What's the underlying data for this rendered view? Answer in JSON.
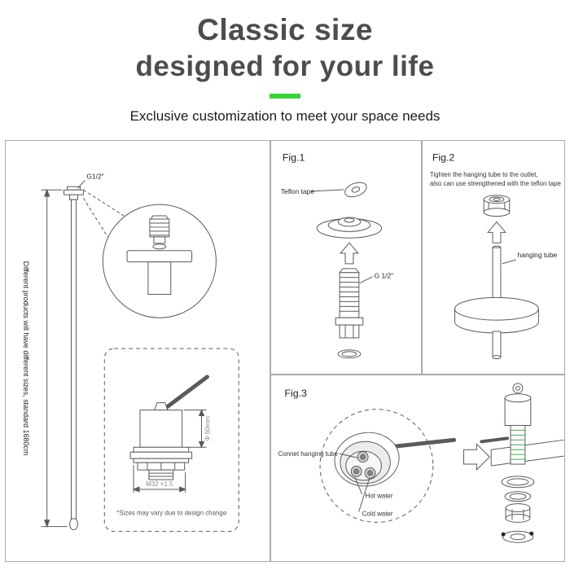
{
  "header": {
    "title_line1": "Classic size",
    "title_line2": "designed for your life",
    "subtitle": "Exclusive customization to meet your space needs"
  },
  "colors": {
    "accent_green": "#35d435",
    "line_gray": "#5a5a5a",
    "thread_green": "#3fae4c"
  },
  "left_panel": {
    "g_half_label": "G1/2\"",
    "vertical_note": "Different products will have different sizes, standard 1680cm",
    "dim_diameter": "Φ 60mm",
    "dim_thread": "M32 ×1.5",
    "size_note": "*Sizes may vary due to design change"
  },
  "fig1": {
    "label": "Fig.1",
    "teflon_tape_label": "Teflon tape",
    "g_half_label": "G 1/2\""
  },
  "fig2": {
    "label": "Fig.2",
    "instruction_line1": "Tighten the hanging tube to the outlet,",
    "instruction_line2": "also can use strengthened with the teflon tape",
    "hanging_tube_label": "hanging tube"
  },
  "fig3": {
    "label": "Fig.3",
    "connect_label": "Connet hanging tube",
    "hot_water_label": "Hot water",
    "cold_water_label": "Cold water"
  }
}
